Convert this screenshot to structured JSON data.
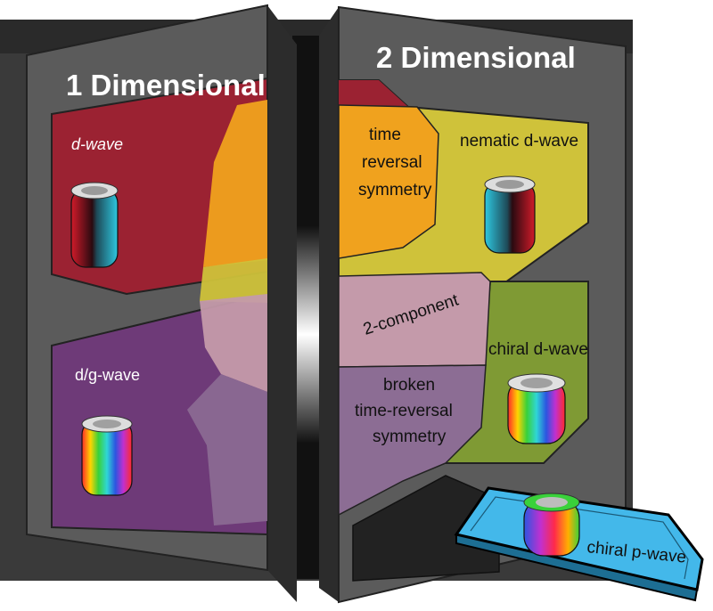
{
  "panels": {
    "left_title": "1 Dimensional",
    "right_title": "2 Dimensional"
  },
  "regions": {
    "d_wave": "d-wave",
    "dg_wave": "d/g-wave",
    "trs": [
      "time",
      "reversal",
      "symmetry"
    ],
    "nematic_d_wave": "nematic d-wave",
    "two_component": "2-component",
    "chiral_d_wave": "chiral d-wave",
    "broken_trs": [
      "broken",
      "time-reversal",
      "symmetry"
    ],
    "chiral_p_wave": "chiral p-wave"
  },
  "colors": {
    "panel_face": "#5b5b5b",
    "panel_edge": "#2c2c2c",
    "red": "#9b2232",
    "purple": "#6e3a78",
    "orange": "#f0a21e",
    "yellow": "#c8c23a",
    "olive": "#7f9a34",
    "pink": "#c49aaa",
    "lilac": "#8c6d94",
    "cyan": "#43b8ea"
  }
}
